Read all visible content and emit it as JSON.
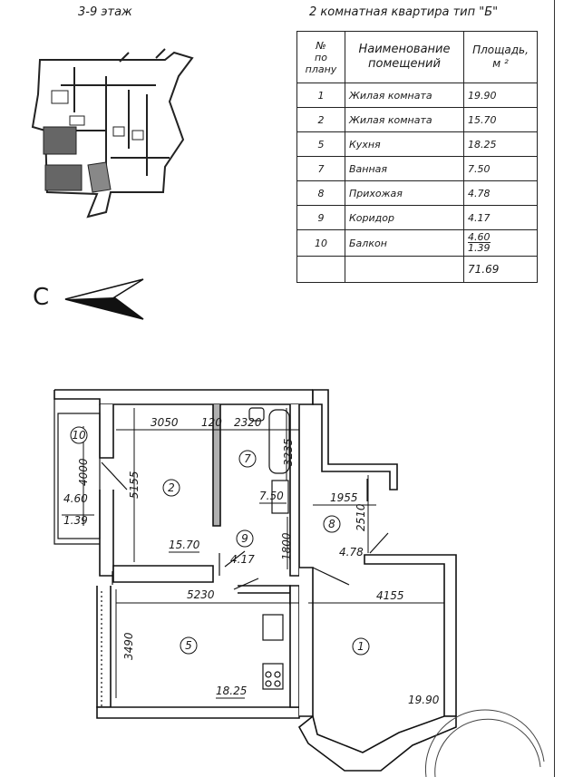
{
  "header": {
    "floor": "3-9 этаж",
    "title": "2 комнатная квартира тип \"Б\""
  },
  "table": {
    "col_num": [
      "№",
      "по",
      "плану"
    ],
    "col_name": [
      "Наименование",
      "помещений"
    ],
    "col_area": [
      "Площадь,",
      "м ²"
    ],
    "rows": [
      {
        "num": "1",
        "name": "Жилая комната",
        "area": "19.90"
      },
      {
        "num": "2",
        "name": "Жилая комната",
        "area": "15.70"
      },
      {
        "num": "5",
        "name": "Кухня",
        "area": "18.25"
      },
      {
        "num": "7",
        "name": "Ванная",
        "area": "7.50"
      },
      {
        "num": "8",
        "name": "Прихожая",
        "area": "4.78"
      },
      {
        "num": "9",
        "name": "Коридор",
        "area": "4.17"
      }
    ],
    "balcony": {
      "num": "10",
      "name": "Балкон",
      "area_top": "4.60",
      "area_bottom": "1.39"
    },
    "total": "71.69"
  },
  "compass": {
    "label": "С"
  },
  "plan": {
    "dims": {
      "d3050": "3050",
      "d120": "120",
      "d2320": "2320",
      "d3235": "3235",
      "d5155": "5155",
      "d4000": "4000",
      "d1955": "1955",
      "d2510": "2510",
      "d1800": "1800",
      "d5230": "5230",
      "d4155": "4155",
      "d3490": "3490"
    },
    "rooms": {
      "r10": "10",
      "r2": "2",
      "r7": "7",
      "r9": "9",
      "r8": "8",
      "r5": "5",
      "r1": "1"
    },
    "areas": {
      "a10_top": "4.60",
      "a10_bottom": "1.39",
      "a2": "15.70",
      "a7": "7.50",
      "a9": "4.17",
      "a8": "4.78",
      "a5": "18.25",
      "a1": "19.90"
    }
  }
}
